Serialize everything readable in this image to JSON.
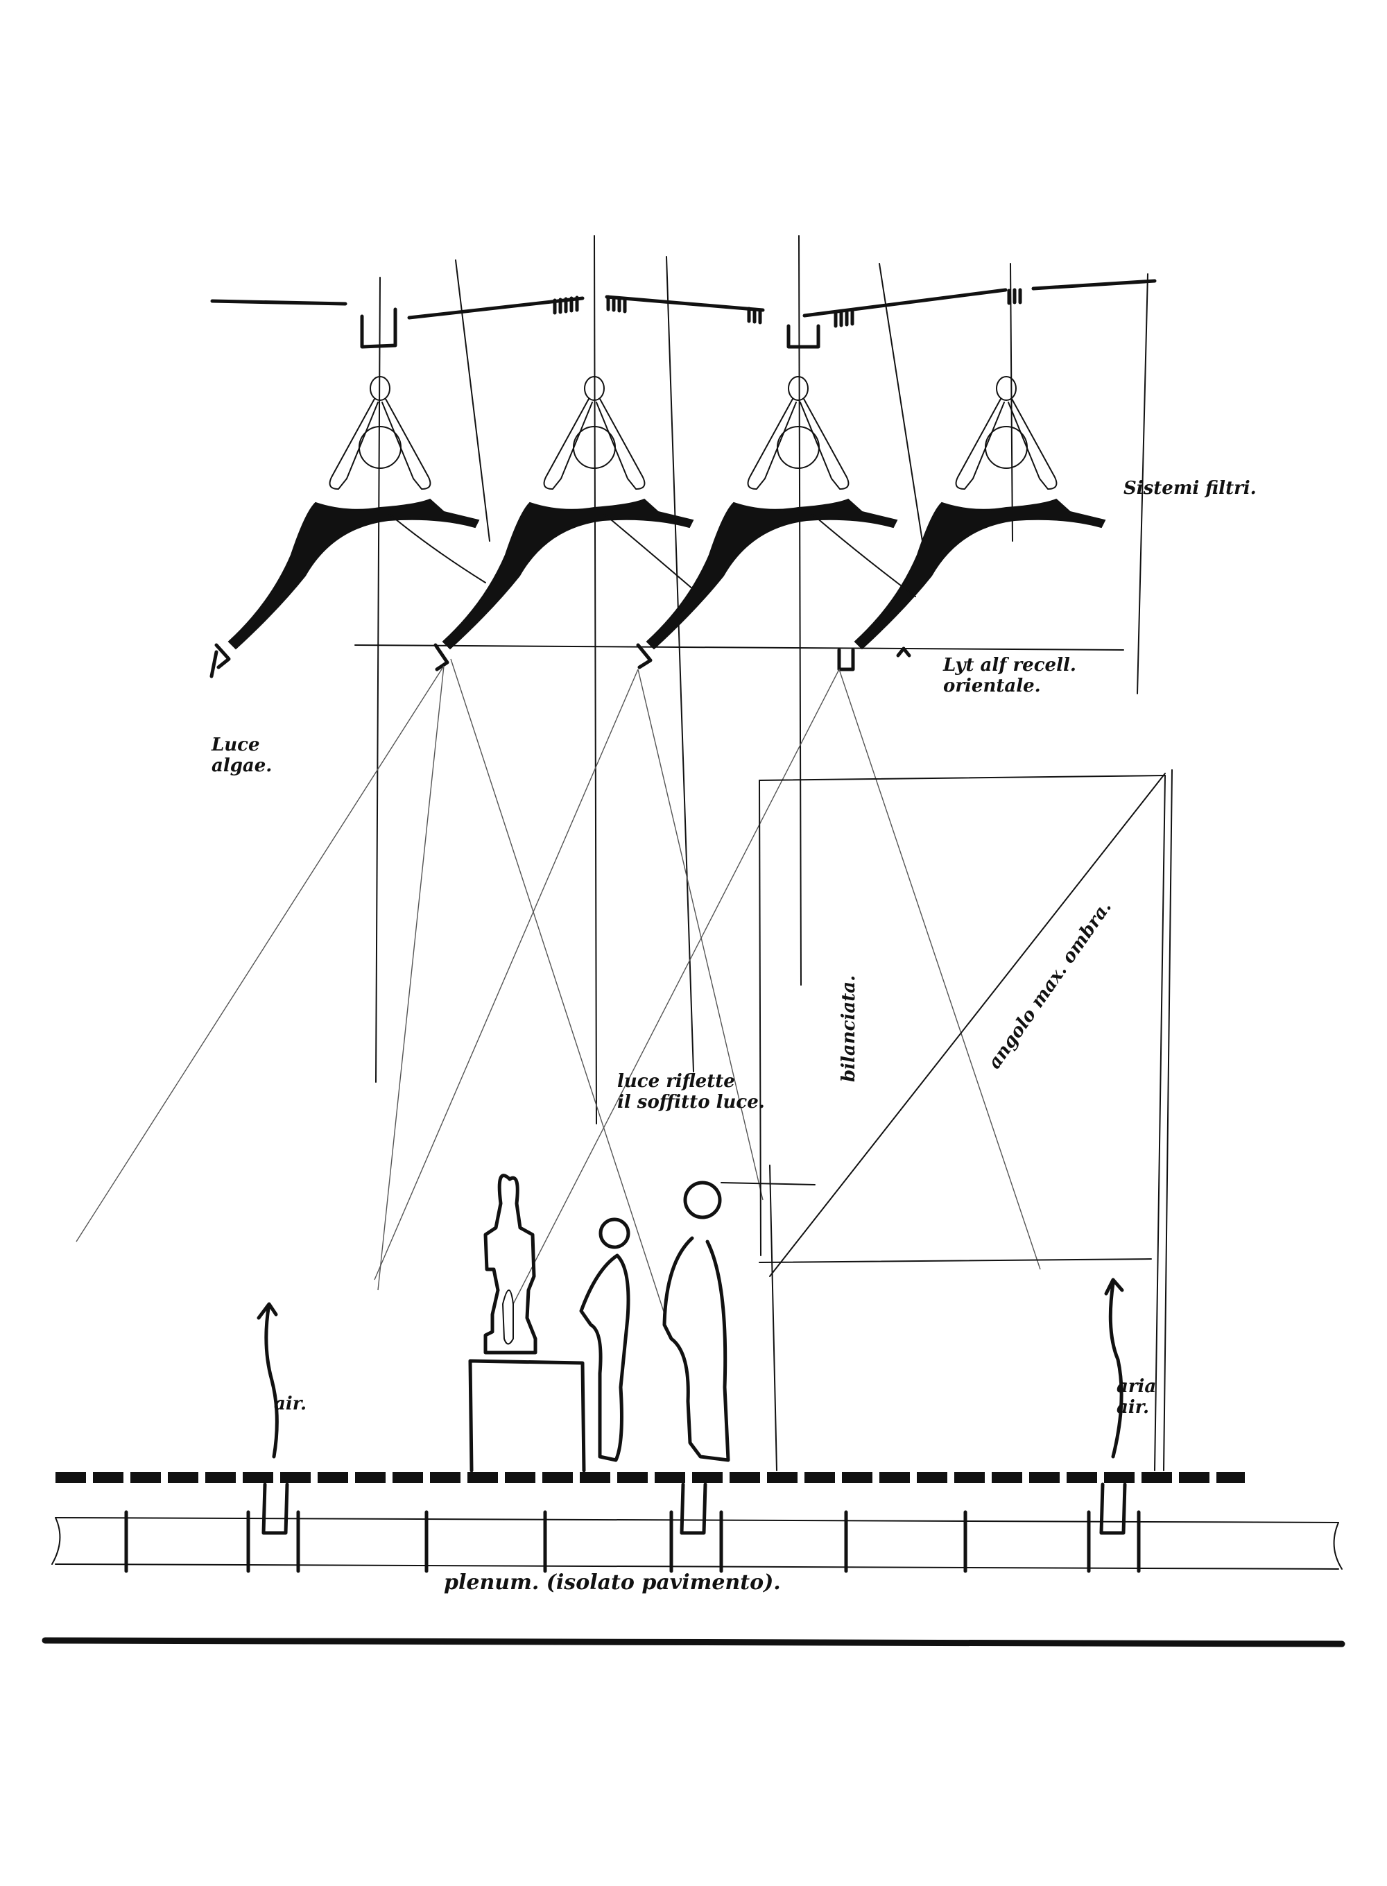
{
  "drawing": {
    "type": "hand-drawn architectural section sketch",
    "subject": "gallery skylight louvres lighting a sculpture and visitors",
    "ink_color": "#111111",
    "background": "#ffffff"
  },
  "annotations": {
    "filter_system": "Sistemi filtri.",
    "louvre_light": "Luce\nalgae.",
    "adjustable_blades": "Lyt alf recell.\norientale.",
    "light_reflect": "luce riflette\nil soffitto luce.",
    "light_fixed": "bilanciata.",
    "max_angle": "angolo max. ombra.",
    "air_left": "air.",
    "air_right": "aria\nair.",
    "plenum": "plenum. (isolato pavimento)."
  },
  "elements": {
    "skylight_units": 4,
    "figures": [
      "statue-on-plinth",
      "visitor-small",
      "visitor-tall"
    ],
    "air_vents": 3
  }
}
